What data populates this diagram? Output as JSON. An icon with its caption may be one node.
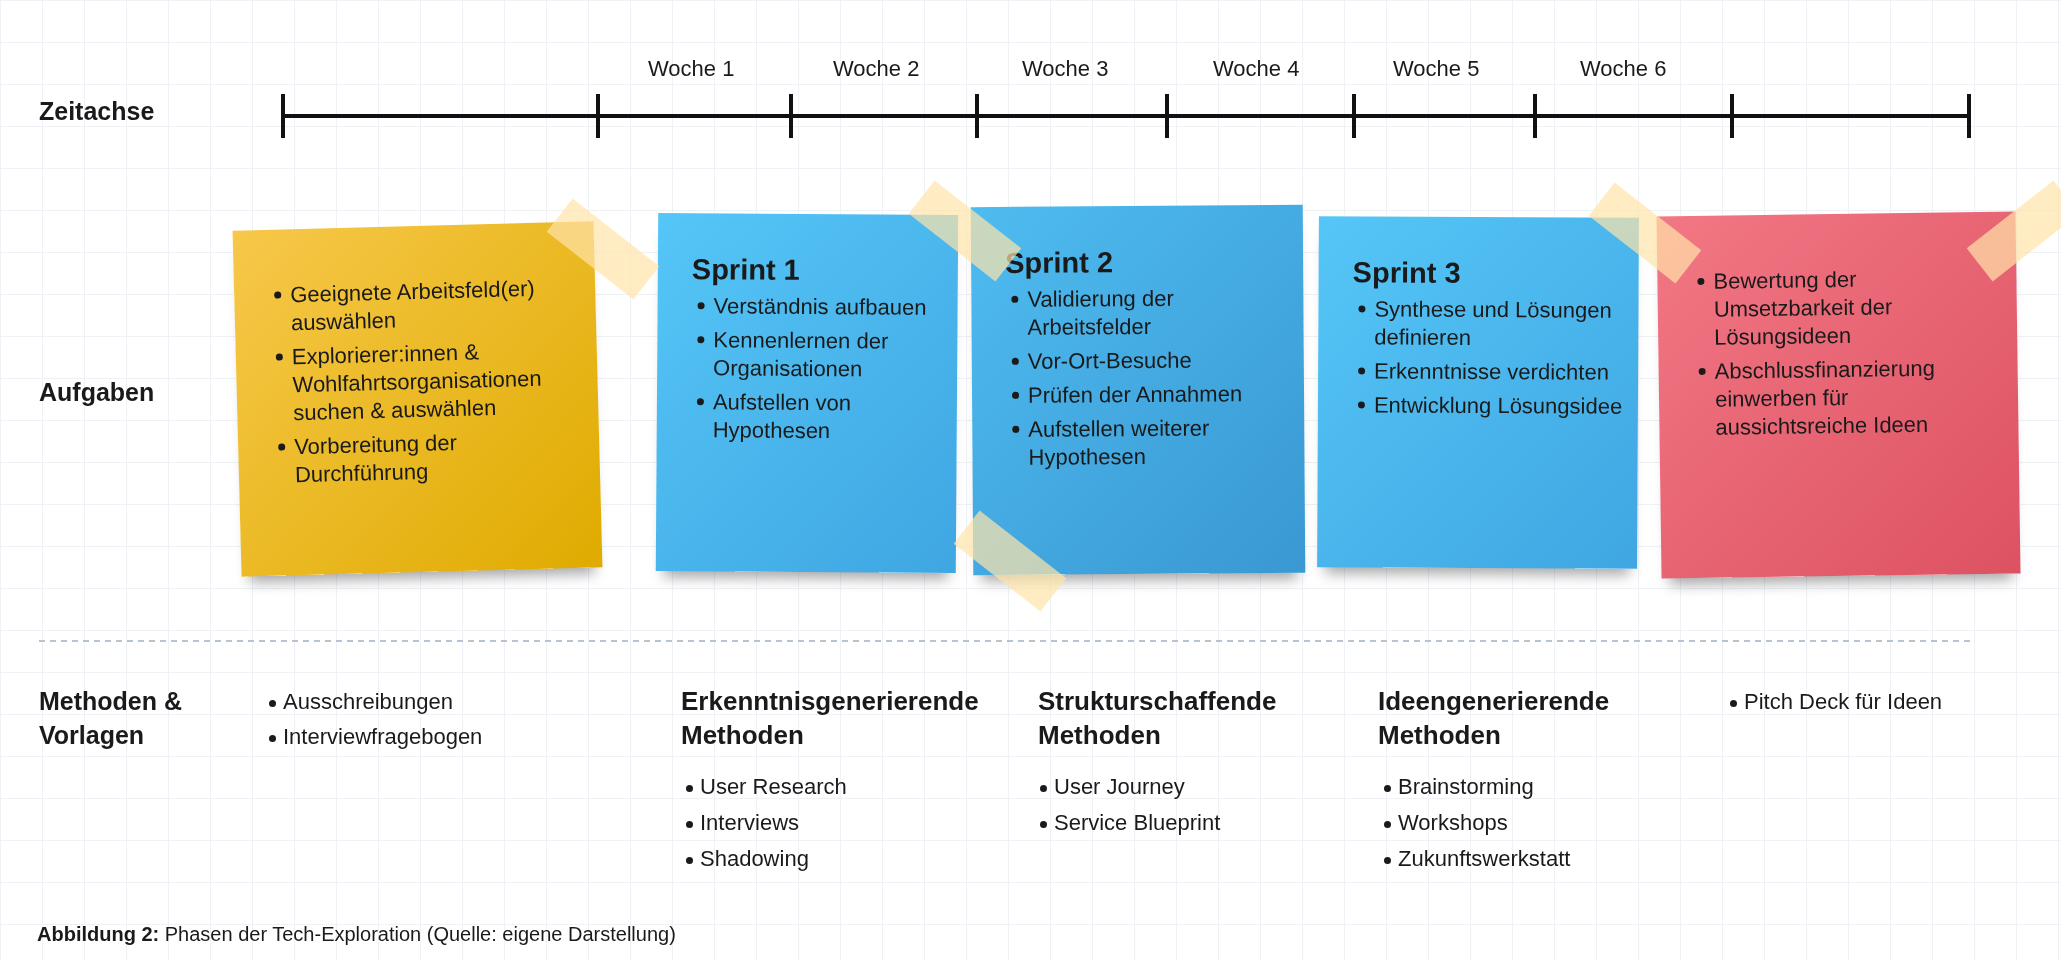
{
  "diagram": {
    "caption": "**Abbildung 2:** Phasen der Tech-Exploration (Quelle: eigene Darstellung)",
    "nodes": [
      {
        "text": [
          "Geeignete Arbeitsfeld(er) auswählen",
          "Explorierer:innen & Wohlfahrtsorganisationen suchen & auswählen",
          "Vorbereitung der Durchführung"
        ]
      },
      {
        "text": [
          "Sprint 1",
          "Verständnis aufbauen",
          "Kennenlernen der Organisationen",
          "Aufstellen von Hypothesen"
        ]
      },
      {
        "text": [
          "Sprint 2",
          "Validierung der Arbeitsfelder",
          "Vor-Ort-Besuche",
          "Prüfen der Annahmen",
          "Aufstellen weiterer Hypothesen"
        ]
      },
      {
        "text": [
          "Sprint 3",
          "Synthese und Lösungen definieren",
          "Erkenntnisse verdichten",
          "Entwicklung Lösungsidee"
        ]
      },
      {
        "text": [
          "Bewertung der Umsetzbarkeit der Lösungsideen",
          "Abschlussfinanzierung einwerben für aussichtsreiche Ideen"
        ]
      }
    ],
    "edges": [],
    "labels": [
      "Zeitachse",
      "Woche 1",
      "Woche 2",
      "Woche 3",
      "Woche 4",
      "Woche 5",
      "Woche 6",
      "Aufgaben",
      "Methoden & Vorlagen",
      "Ausschreibungen",
      "Interviewfragebogen",
      "Erkenntnisgenerierende Methoden",
      "User Research",
      "Interviews",
      "Shadowing",
      "Strukturschaffende Methoden",
      "User Journey",
      "Service Blueprint",
      "Ideengenerierende Methoden",
      "Brainstorming",
      "Workshops",
      "Zukunftswerkstatt",
      "Pitch Deck für Ideen"
    ]
  }
}
